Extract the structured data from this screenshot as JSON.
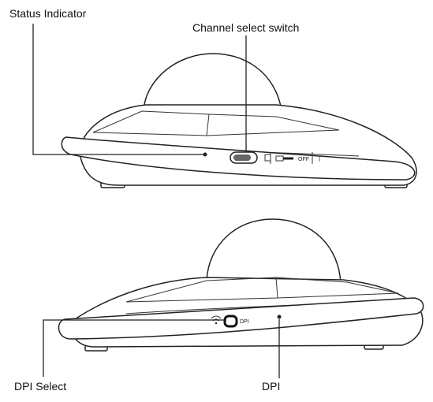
{
  "labels": {
    "status_indicator": "Status Indicator",
    "channel_select_switch": "Channel select switch",
    "dpi_select": "DPI Select",
    "dpi": "DPI"
  },
  "device_markings": {
    "off": "OFF",
    "dpi": "DPI"
  }
}
